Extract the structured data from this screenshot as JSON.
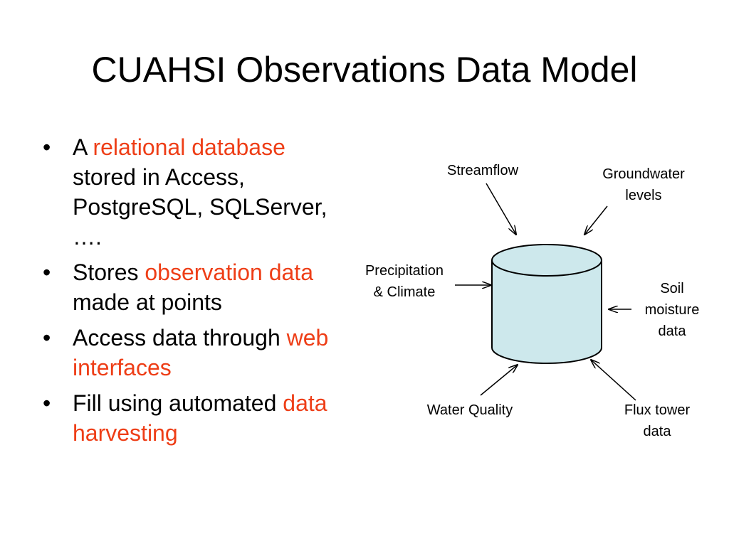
{
  "slide": {
    "title": "CUAHSI Observations Data Model",
    "bullets": [
      {
        "pre": "A ",
        "hl": "relational database",
        "post": " stored in Access, PostgreSQL, SQLServer, …."
      },
      {
        "pre": "Stores ",
        "hl": "observation data",
        "post": " made at points"
      },
      {
        "pre": "Access data through ",
        "hl": "web interfaces",
        "post": ""
      },
      {
        "pre": "Fill using automated ",
        "hl": "data harvesting",
        "post": ""
      }
    ]
  },
  "diagram": {
    "labels": {
      "streamflow": "Streamflow",
      "groundwater_1": "Groundwater",
      "groundwater_2": "levels",
      "precip_1": "Precipitation",
      "precip_2": "& Climate",
      "soil_1": "Soil",
      "soil_2": "moisture",
      "soil_3": "data",
      "water_quality": "Water Quality",
      "flux_1": "Flux tower",
      "flux_2": "data"
    },
    "colors": {
      "cylinder_fill": "#cde8ec",
      "highlight_text": "#ee3e17"
    }
  }
}
